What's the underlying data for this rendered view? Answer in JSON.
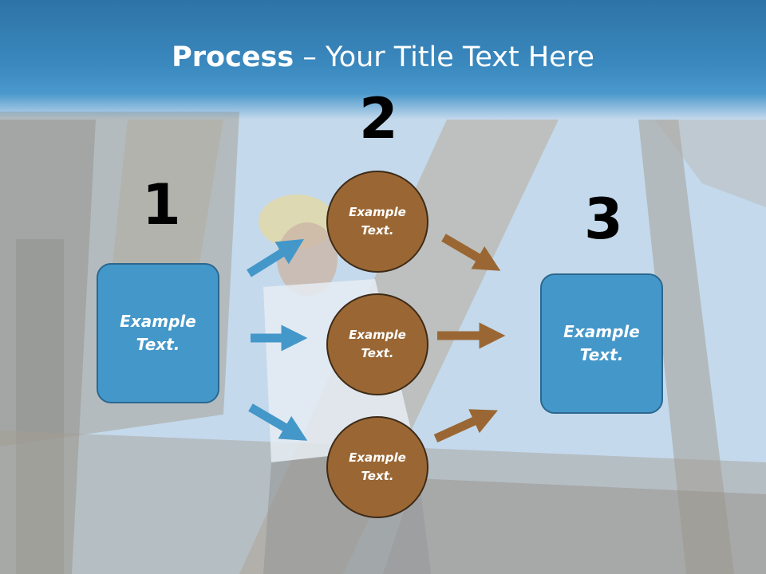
{
  "title": {
    "bold": "Process",
    "rest": " – Your Title Text Here"
  },
  "steps": {
    "one": "1",
    "two": "2",
    "three": "3"
  },
  "left_box": {
    "text": "Example Text."
  },
  "right_box": {
    "text": "Example Text."
  },
  "circles": [
    {
      "text": "Example Text."
    },
    {
      "text": "Example Text."
    },
    {
      "text": "Example Text."
    }
  ],
  "colors": {
    "blue": "#4497c9",
    "brown": "#9a6734",
    "band": "#3a89bf"
  }
}
